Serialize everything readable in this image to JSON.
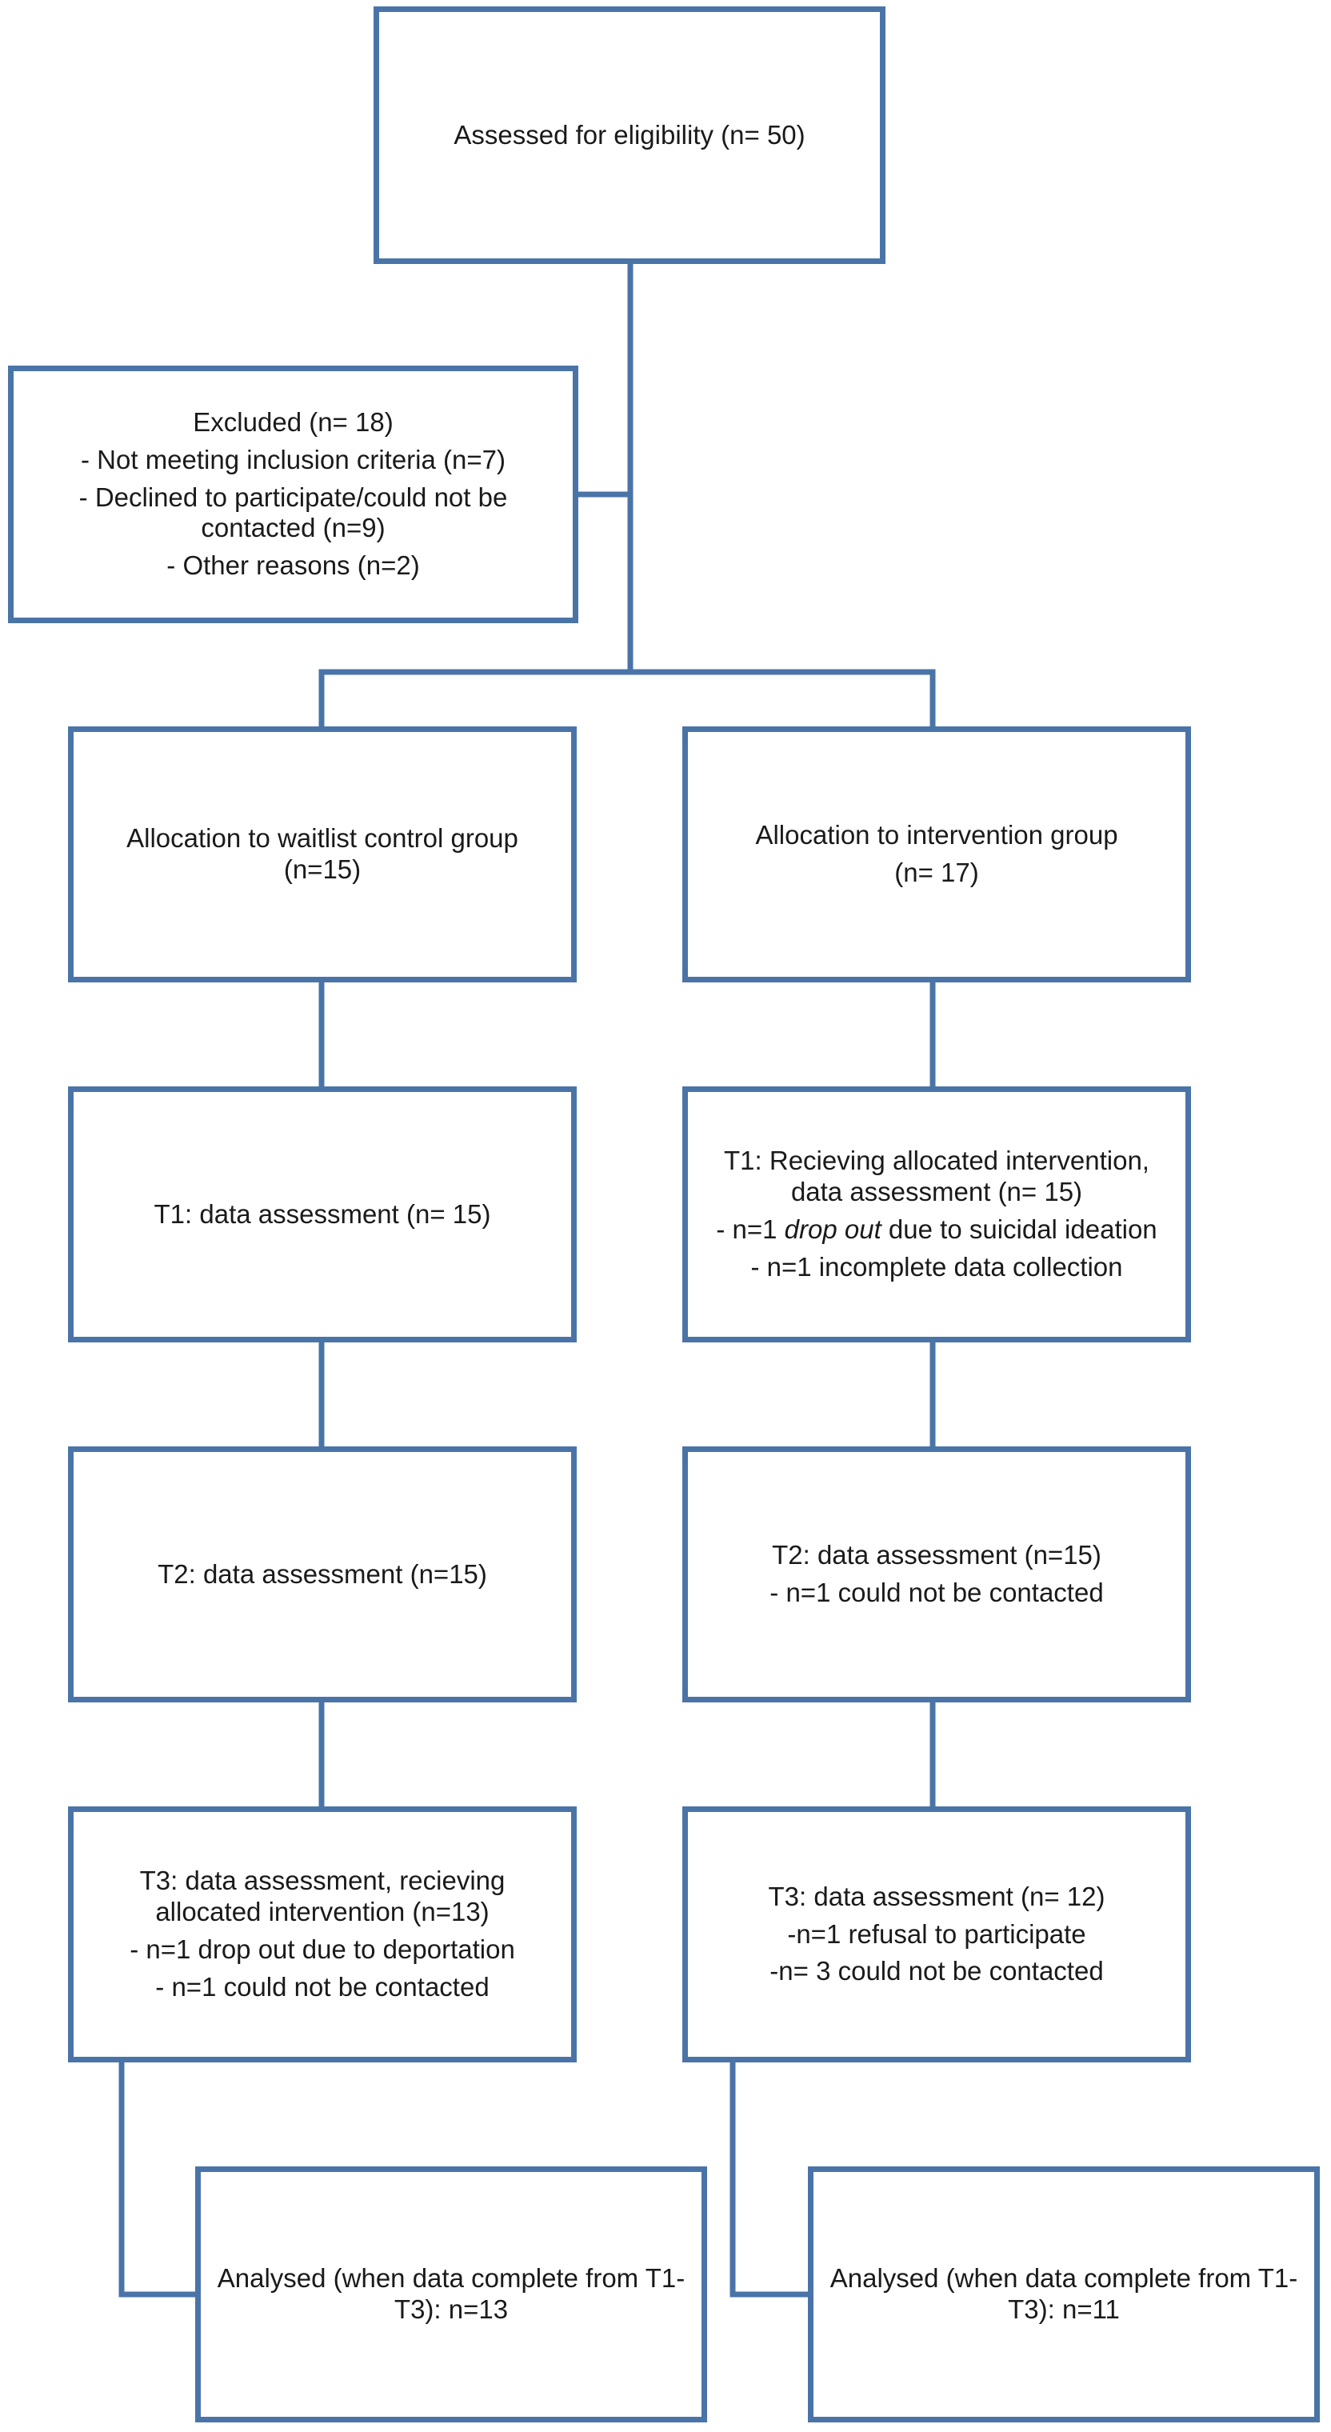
{
  "colors": {
    "stroke": "#4a74a8",
    "text": "#1a1a1a",
    "background": "#ffffff"
  },
  "nodes": {
    "assessed": {
      "lines": [
        "Assessed for eligibility (n= 50)"
      ]
    },
    "excluded": {
      "lines": [
        "Excluded (n= 18)",
        "- Not meeting inclusion criteria (n=7)",
        "- Declined to participate/could not be contacted (n=9)",
        "- Other reasons (n=2)"
      ]
    },
    "alloc_waitlist": {
      "lines": [
        "Allocation to waitlist control group (n=15)"
      ]
    },
    "alloc_intervention": {
      "lines": [
        "Allocation to intervention group",
        "(n= 17)"
      ]
    },
    "t1_waitlist": {
      "lines": [
        "T1: data assessment (n= 15)"
      ]
    },
    "t1_intervention": {
      "lines": [
        "T1: Recieving allocated intervention, data assessment (n= 15)",
        "- n=1 ",
        "- n=1 incomplete data collection"
      ],
      "italic_phrase": "drop out",
      "after_italic": " due to suicidal ideation"
    },
    "t2_waitlist": {
      "lines": [
        "T2: data assessment (n=15)"
      ]
    },
    "t2_intervention": {
      "lines": [
        "T2: data assessment (n=15)",
        "- n=1 could not be contacted"
      ]
    },
    "t3_waitlist": {
      "lines": [
        "T3: data assessment, recieving allocated intervention (n=13)",
        "- n=1 drop out due to deportation",
        "- n=1 could not be contacted"
      ]
    },
    "t3_intervention": {
      "lines": [
        "T3: data assessment (n= 12)",
        "-n=1 refusal to participate",
        "-n= 3 could not be contacted"
      ]
    },
    "analysed_waitlist": {
      "lines": [
        "Analysed (when data complete from T1-T3): n=13"
      ]
    },
    "analysed_intervention": {
      "lines": [
        "Analysed (when data complete from T1-T3): n=11"
      ]
    }
  }
}
